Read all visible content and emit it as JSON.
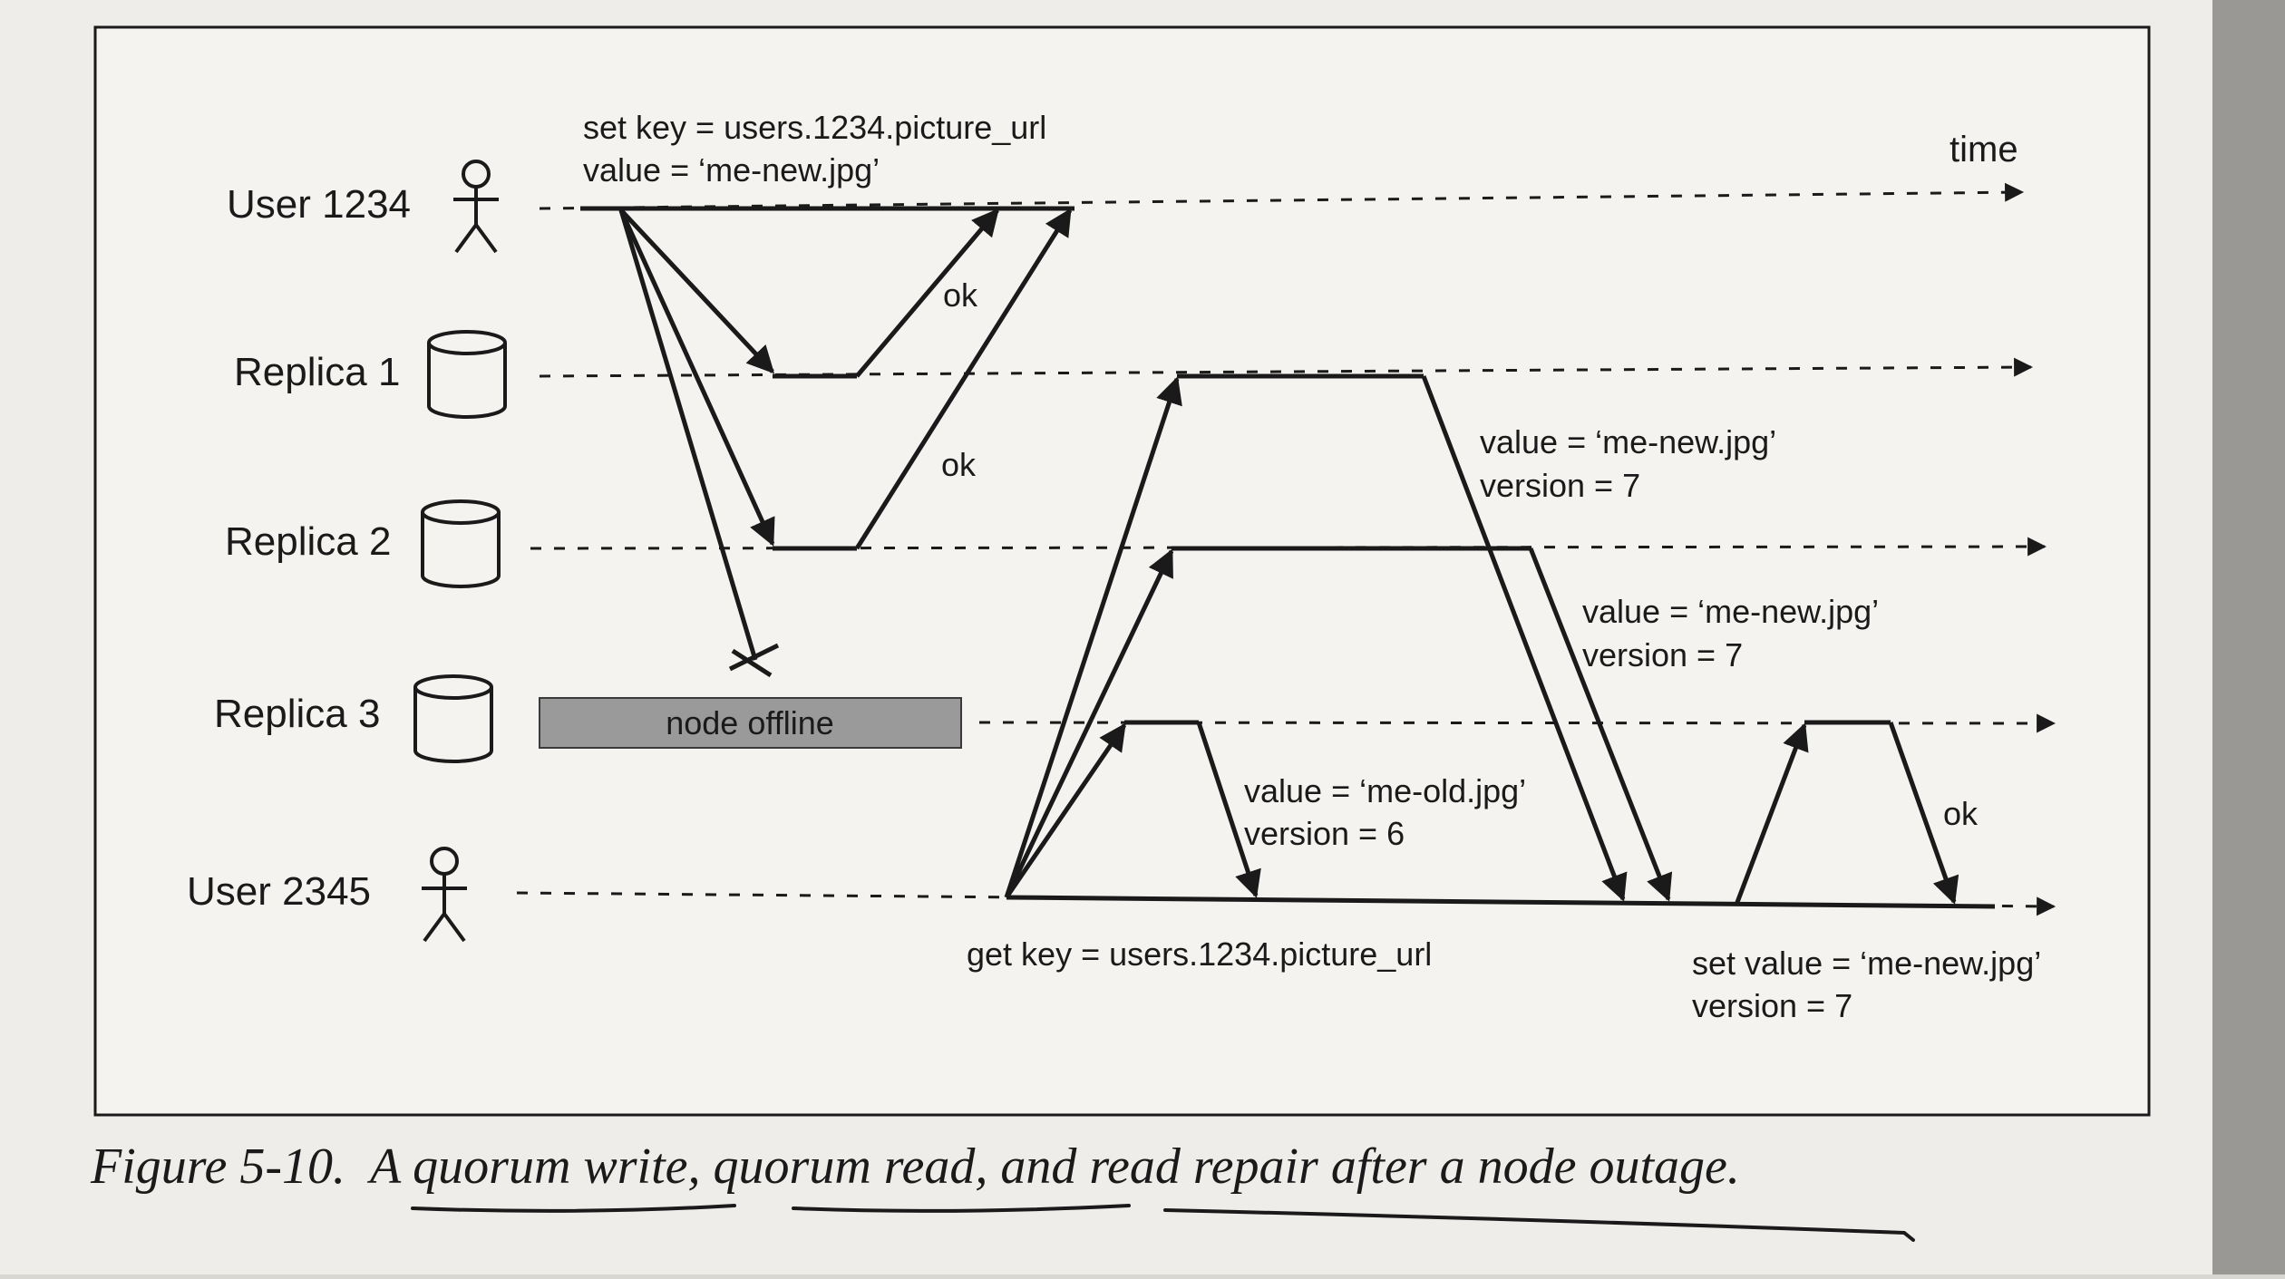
{
  "diagram": {
    "participants": {
      "user1234": "User 1234",
      "replica1": "Replica 1",
      "replica2": "Replica 2",
      "replica3": "Replica 3",
      "user2345": "User 2345"
    },
    "time_label": "time",
    "write_request": {
      "line1": "set key = users.1234.picture_url",
      "line2": "value = ‘me-new.jpg’"
    },
    "ok_label": "ok",
    "node_offline": "node offline",
    "read_request": "get key = users.1234.picture_url",
    "replica1_response": {
      "value": "value = ‘me-new.jpg’",
      "version": "version = 7"
    },
    "replica2_response": {
      "value": "value = ‘me-new.jpg’",
      "version": "version = 7"
    },
    "replica3_response": {
      "value": "value = ‘me-old.jpg’",
      "version": "version = 6"
    },
    "repair_request": {
      "value": "set value = ‘me-new.jpg’",
      "version": "version = 7"
    }
  },
  "caption": {
    "prefix": "Figure 5-10.",
    "text": "A quorum write, quorum read, and read repair after a node outage."
  },
  "colors": {
    "paper": "#f0efec",
    "ink": "#1a1a1a",
    "offline_box": "#9a9a9a"
  }
}
